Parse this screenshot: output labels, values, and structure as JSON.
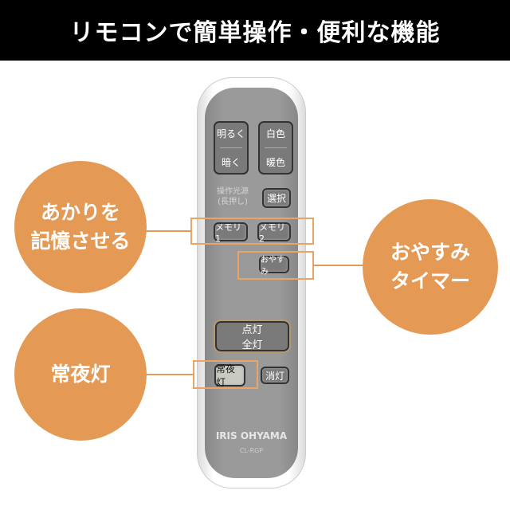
{
  "title": "リモコンで簡単操作・便利な機能",
  "callouts": {
    "memory": [
      "あかりを",
      "記憶させる"
    ],
    "sleep_timer": [
      "おやすみ",
      "タイマー"
    ],
    "night_light": "常夜灯"
  },
  "remote": {
    "brighter": "明るく",
    "darker": "暗く",
    "white": "白色",
    "warm": "暖色",
    "select_label": [
      "操作光源",
      "(長押し)"
    ],
    "select": "選択",
    "memory1": "メモリ1",
    "memory2": "メモリ2",
    "oyasumi": "おやすみ",
    "on": "点灯",
    "full": "全灯",
    "night": "常夜灯",
    "off": "消灯",
    "brand": "IRIS OHYAMA",
    "model": "CL-RGP"
  },
  "colors": {
    "accent": "#E49A55"
  }
}
